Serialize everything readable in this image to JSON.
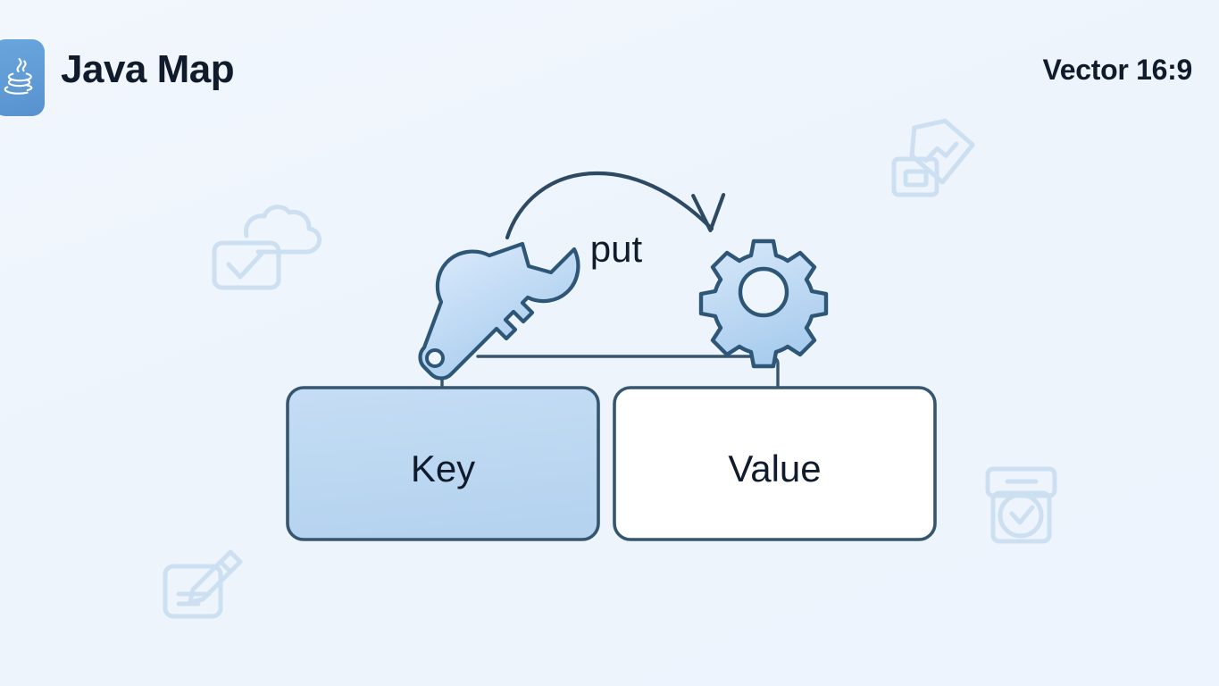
{
  "header": {
    "logo_icon": "java-logo-icon",
    "title": "Java Map",
    "ratio_label": "Vector 16:9"
  },
  "diagram": {
    "operation_label": "put",
    "source_icon": "wrench-icon",
    "target_icon": "gear-icon",
    "arrow_icon": "curved-arrow-icon",
    "boxes": [
      {
        "id": "key",
        "label": "Key",
        "fill": "#bdd8f2",
        "stroke": "#36556e"
      },
      {
        "id": "value",
        "label": "Value",
        "fill": "#ffffff",
        "stroke": "#36556e"
      }
    ]
  },
  "decorations": [
    {
      "id": "cloud-check",
      "icon": "cloud-checkbox-icon"
    },
    {
      "id": "tag-screen",
      "icon": "tag-screen-icon"
    },
    {
      "id": "box-clock",
      "icon": "box-clock-icon"
    },
    {
      "id": "note-pencil",
      "icon": "note-pencil-icon"
    }
  ],
  "colors": {
    "background": "#eff5fd",
    "accent_blue": "#5792cf",
    "icon_fill": "#bcd8f4",
    "icon_stroke": "#2e5777",
    "line": "#36556e",
    "text": "#101b2c",
    "decoration": "#cfe1f3"
  }
}
